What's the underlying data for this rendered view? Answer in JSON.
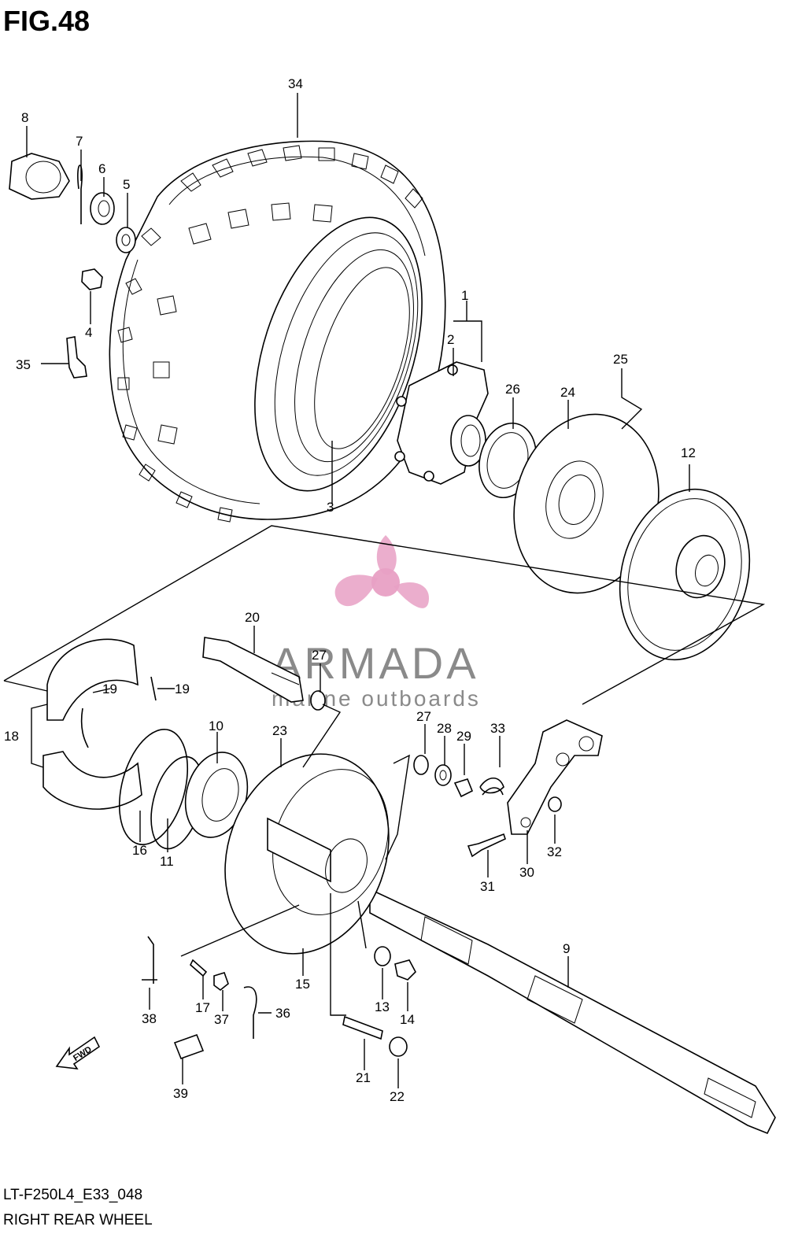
{
  "figure": {
    "title": "FIG.48",
    "code": "LT-F250L4_E33_048",
    "name": "RIGHT REAR WHEEL"
  },
  "watermark": {
    "brand": "ARMADA",
    "tagline": "marine outboards",
    "color_logo": "#e8a0c4",
    "color_text": "#8a8a8a"
  },
  "callouts": [
    "1",
    "2",
    "3",
    "4",
    "5",
    "6",
    "7",
    "8",
    "9",
    "10",
    "11",
    "12",
    "13",
    "14",
    "15",
    "16",
    "17",
    "18",
    "19",
    "19",
    "20",
    "21",
    "22",
    "23",
    "24",
    "25",
    "26",
    "27",
    "27",
    "28",
    "29",
    "30",
    "31",
    "32",
    "33",
    "34",
    "35",
    "36",
    "37",
    "38",
    "39"
  ],
  "fwd_label": "FWD"
}
